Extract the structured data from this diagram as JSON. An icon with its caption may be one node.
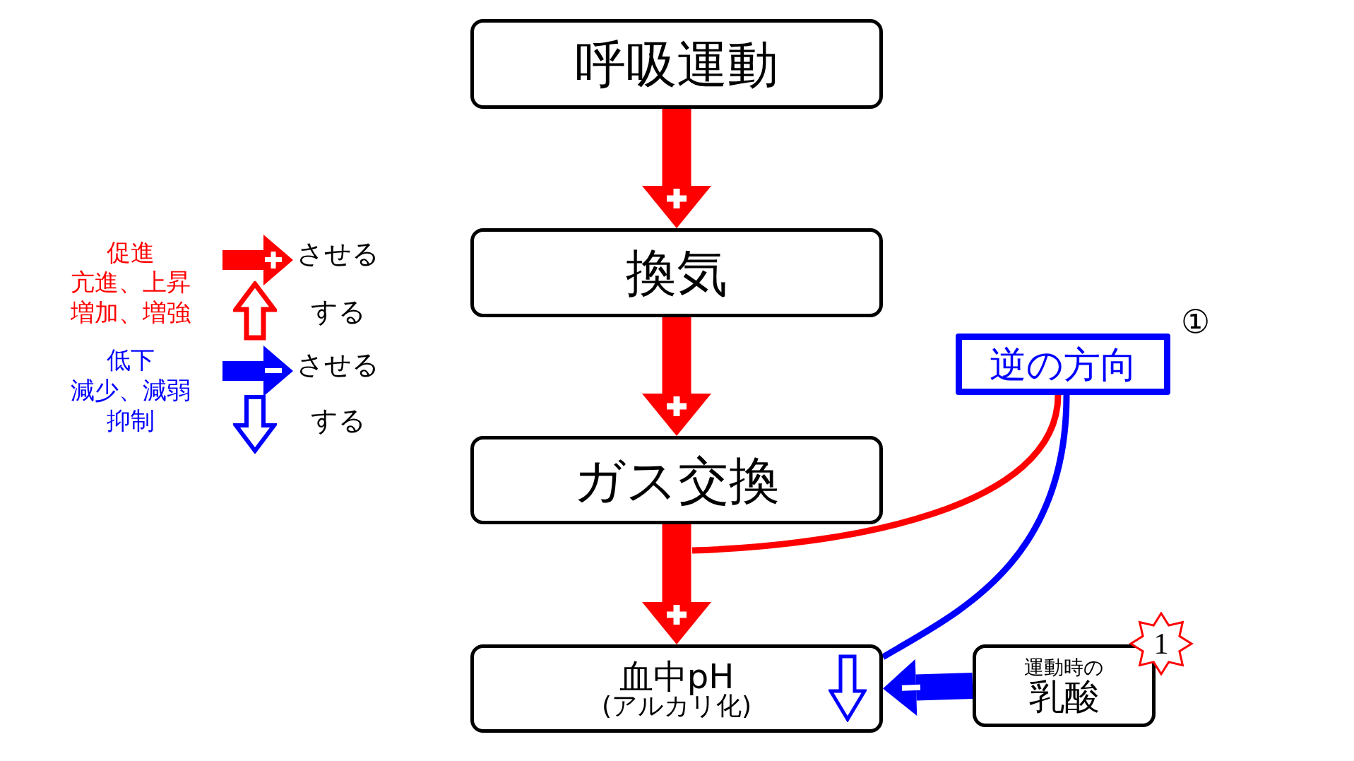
{
  "diagram": {
    "nodes": [
      {
        "text": [
          "呼吸運動"
        ]
      },
      {
        "text": [
          "換気"
        ]
      },
      {
        "text": [
          "逆の方向"
        ]
      },
      {
        "text": [
          "ガス交換"
        ]
      },
      {
        "text": [
          "血中pH",
          "(アルカリ化)"
        ]
      },
      {
        "text": [
          "運動時の",
          "乳酸"
        ]
      },
      {
        "text": [
          "1"
        ]
      }
    ],
    "edges": [
      {
        "from": 0,
        "to": 1,
        "arrow": "to"
      },
      {
        "from": 1,
        "to": 3,
        "arrow": "to"
      },
      {
        "from": 3,
        "to": 4,
        "arrow": "to"
      },
      {
        "from": 5,
        "to": 4,
        "arrow": "to",
        "color": "#0000ff"
      },
      {
        "from": 2,
        "to": null,
        "arrow": "none"
      },
      {
        "from": 2,
        "to": 4,
        "arrow": "none",
        "color": "#0000ff"
      }
    ],
    "labels": [
      "促進",
      "亢進、上昇",
      "増加、増強",
      "低下",
      "減少、減弱",
      "抑制",
      "①"
    ],
    "legend": [
      {
        "text": "させる"
      },
      {
        "text": "する"
      },
      {
        "text": "させる"
      },
      {
        "text": "する"
      }
    ]
  }
}
